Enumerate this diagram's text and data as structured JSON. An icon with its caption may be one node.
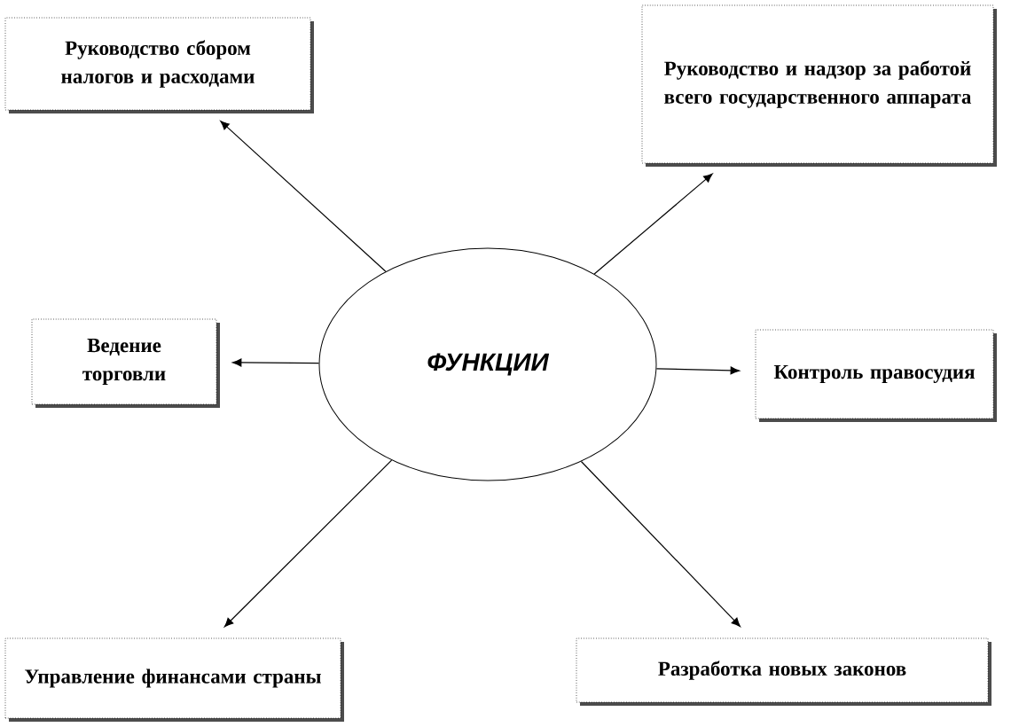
{
  "diagram": {
    "nodes": [
      {
        "text": [
          "ФУНКЦИИ"
        ]
      },
      {
        "text": [
          "Руководство сбором налогов и расходами"
        ]
      },
      {
        "text": [
          "Руководство и надзор за работой всего государственного аппарата"
        ]
      },
      {
        "text": [
          "Ведение торговли"
        ]
      },
      {
        "text": [
          "Контроль правосудия"
        ]
      },
      {
        "text": [
          "Управление финансами страны"
        ]
      },
      {
        "text": [
          "Разработка новых законов"
        ]
      }
    ],
    "edges": [
      {
        "from": 0,
        "to": 1,
        "arrow": "to"
      },
      {
        "from": 0,
        "to": 2,
        "arrow": "to"
      },
      {
        "from": 0,
        "to": 3,
        "arrow": "to"
      },
      {
        "from": 0,
        "to": 4,
        "arrow": "to"
      },
      {
        "from": 0,
        "to": 5,
        "arrow": "to"
      },
      {
        "from": 0,
        "to": 6,
        "arrow": "to"
      }
    ]
  }
}
